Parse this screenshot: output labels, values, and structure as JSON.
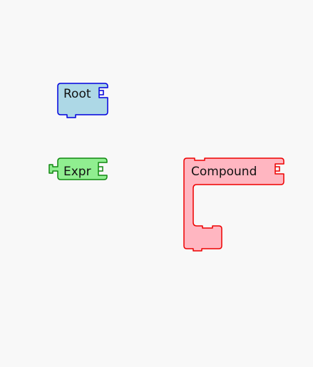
{
  "workspace": {
    "blocks": [
      {
        "kind": "root",
        "label": "Root",
        "fill": "#add8e6",
        "stroke": "#0000dd"
      },
      {
        "kind": "expr",
        "label": "Expr",
        "fill": "#90ee90",
        "stroke": "#118811"
      },
      {
        "kind": "compound",
        "label": "Compound",
        "fill": "#ffb6c1",
        "stroke": "#ee0000"
      }
    ]
  }
}
